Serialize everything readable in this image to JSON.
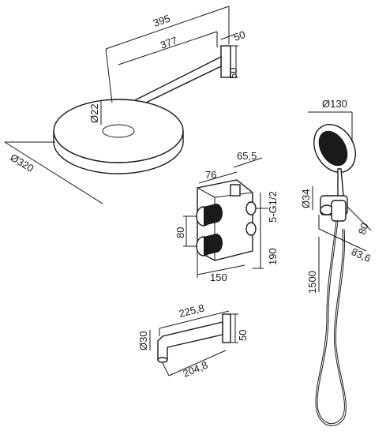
{
  "dimensions": {
    "shower_arm_total": "395",
    "shower_arm_projection": "377",
    "wall_plate_width": "50",
    "wall_plate_height": "50",
    "arm_diameter": "Ø22",
    "head_diameter": "Ø320",
    "mixer_depth": "76",
    "mixer_outlet_depth": "65,5",
    "mixer_thread": "5-G1/2",
    "mixer_knob_spacing": "80",
    "mixer_height": "190",
    "mixer_width": "150",
    "hand_shower_diameter": "Ø130",
    "holder_diameter": "Ø34",
    "holder_height": "80",
    "holder_depth": "83,6",
    "hose_length": "1500",
    "spout_total": "225,8",
    "spout_projection": "204,8",
    "spout_diameter": "Ø30",
    "spout_plate": "50"
  },
  "colors": {
    "line": "#1a1a1a",
    "background": "#ffffff"
  }
}
